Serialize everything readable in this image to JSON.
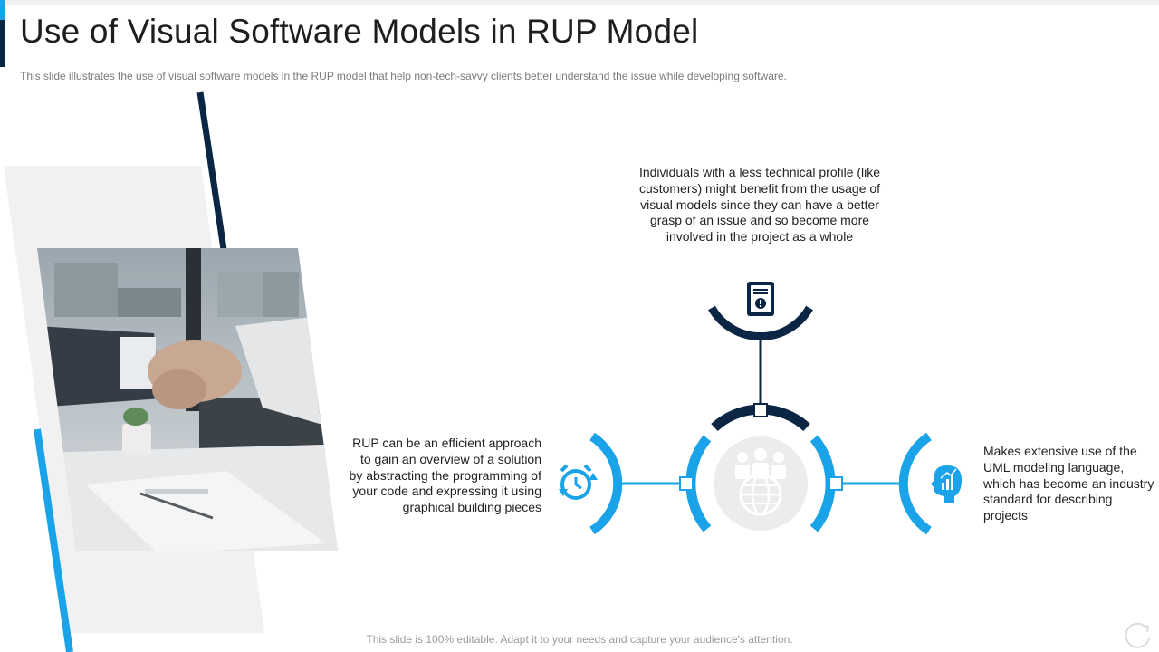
{
  "slide": {
    "title": "Use of Visual Software Models in RUP Model",
    "subtitle": "This slide illustrates the use of visual  software  models in the RUP  model that help non-tech-savvy  clients better understand  the issue while developing  software.",
    "footer": "This slide is 100%  editable. Adapt it to your needs and capture your audience's attention."
  },
  "points": {
    "top": "Individuals with a less technical profile (like customers) might benefit from the usage of visual models since they can have a better grasp of an issue and so become more involved  in the project as a whole",
    "left": "RUP can be an efficient approach to gain an overview of a solution by abstracting the programming of your code and expressing it using graphical building pieces",
    "right": "Makes extensive use of the UML modeling language, which has become an industry standard for describing projects"
  },
  "icons": {
    "top": "document-alert-icon",
    "left": "alarm-clock-refresh-icon",
    "right": "head-chart-icon",
    "center": "team-globe-icon",
    "photo": "handshake-photo"
  },
  "colors": {
    "navy": "#0b2545",
    "blue": "#1aa3e8",
    "light_gray": "#f1f1f2"
  }
}
